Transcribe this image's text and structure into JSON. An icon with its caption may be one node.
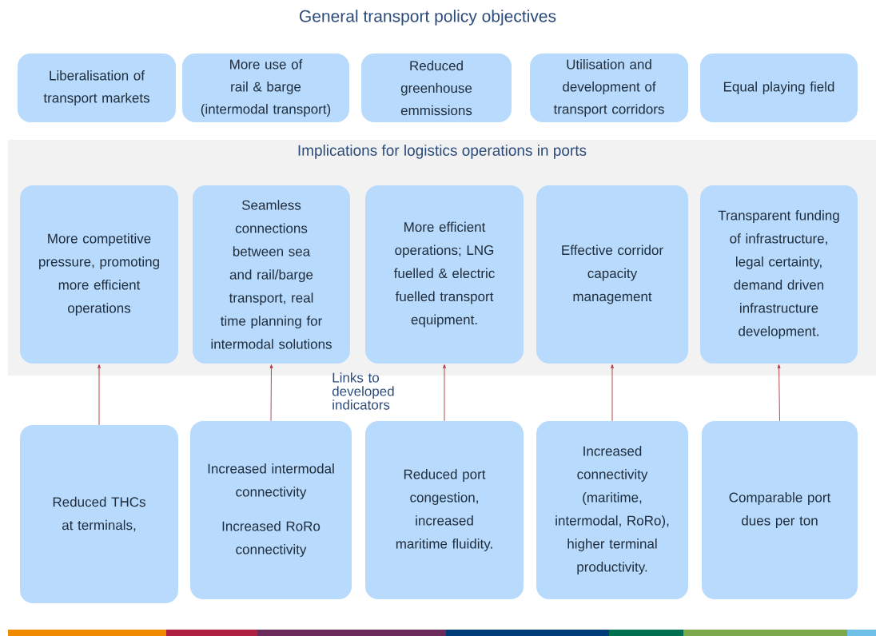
{
  "diagram": {
    "title": "General transport policy objectives",
    "nodes": [
      {
        "text": [
          "Liberalisation of transport markets"
        ]
      },
      {
        "text": [
          "More use of rail & barge (intermodal transport)"
        ]
      },
      {
        "text": [
          "Reduced greenhouse emmissions"
        ]
      },
      {
        "text": [
          "Utilisation and development of transport corridors"
        ]
      },
      {
        "text": [
          "Equal playing field"
        ]
      },
      {
        "text": [
          "Implications for logistics operations in ports"
        ]
      },
      {
        "text": [
          "More competitive pressure, promoting more efficient operations"
        ],
        "in": 5
      },
      {
        "text": [
          "Seamless connections between sea and rail/barge transport, real time planning for intermodal solutions"
        ],
        "in": 5
      },
      {
        "text": [
          "More efficient operations; LNG fuelled & electric fuelled transport equipment."
        ],
        "in": 5
      },
      {
        "text": [
          "Effective corridor capacity management"
        ],
        "in": 5
      },
      {
        "text": [
          "Transparent funding of infrastructure, legal certainty, demand driven infrastructure development."
        ],
        "in": 5
      },
      {
        "text": [
          "Reduced THCs at terminals,"
        ]
      },
      {
        "text": [
          "Increased intermodal connectivity",
          "Increased RoRo connectivity"
        ]
      },
      {
        "text": [
          "Reduced port congestion, increased maritime fluidity."
        ]
      },
      {
        "text": [
          "Increased connectivity (maritime, intermodal, RoRo), higher terminal productivity."
        ]
      },
      {
        "text": [
          "Comparable port dues per ton"
        ]
      }
    ],
    "edges": [
      {
        "from": 11,
        "to": 6,
        "arrow": "to"
      },
      {
        "from": 12,
        "to": 7,
        "arrow": "to"
      },
      {
        "from": 13,
        "to": 8,
        "arrow": "to"
      },
      {
        "from": 14,
        "to": 9,
        "arrow": "to"
      },
      {
        "from": 15,
        "to": 10,
        "arrow": "to"
      }
    ],
    "labels": [
      "Links to developed indicators"
    ]
  }
}
